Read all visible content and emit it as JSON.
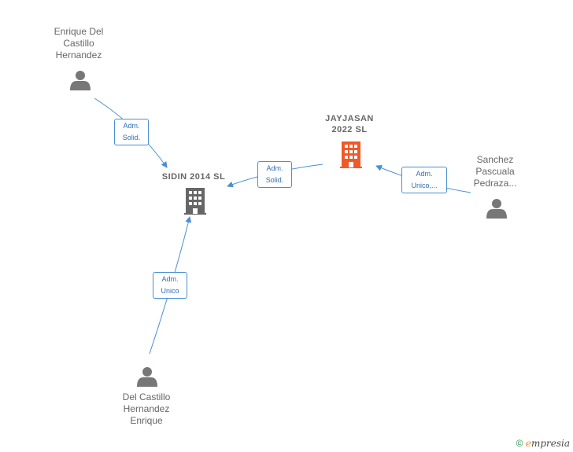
{
  "nodes": {
    "person_top_left": {
      "label": [
        "Enrique Del",
        "Castillo",
        "Hernandez"
      ],
      "icon": "person-icon"
    },
    "person_right": {
      "label": [
        "Sanchez",
        "Pascuala",
        "Pedraza..."
      ],
      "icon": "person-icon"
    },
    "person_bottom": {
      "label": [
        "Del Castillo",
        "Hernandez",
        "Enrique"
      ],
      "icon": "person-icon"
    },
    "company_main": {
      "label": [
        "JAYJASAN",
        "2022  SL"
      ],
      "icon": "building-icon",
      "color": "#f05a28"
    },
    "company_sidin": {
      "label": [
        "SIDIN 2014  SL"
      ],
      "icon": "building-icon",
      "color": "#666666"
    }
  },
  "edges": {
    "e1": [
      "Adm.",
      "Solid."
    ],
    "e2": [
      "Adm.",
      "Solid."
    ],
    "e3": [
      "Adm.",
      "Unico,..."
    ],
    "e4": [
      "Adm.",
      "Unico"
    ]
  },
  "colors": {
    "edge": "#4a8fd4",
    "person": "#777777"
  },
  "footer": {
    "copyright": "©",
    "brand_e": "e",
    "brand_rest": "mpresia"
  }
}
